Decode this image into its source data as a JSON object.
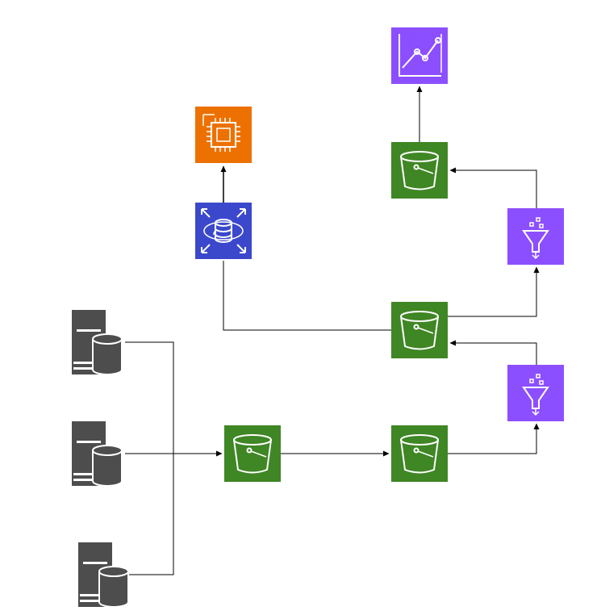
{
  "diagram": {
    "colors": {
      "s3": "#3f8624",
      "s3_light": "#4d9b2c",
      "glue": "#8c4fff",
      "glue_light": "#a166ff",
      "quicksight": "#8c4fff",
      "rds": "#3b48cc",
      "rds_light": "#4a5ae0",
      "ec2": "#ed7100",
      "ec2_light": "#e7612a",
      "server": "#4d4d4d",
      "edge": "#000000"
    },
    "nodes": [
      {
        "id": "server-1",
        "kind": "database-server",
        "icon": "database-server-icon"
      },
      {
        "id": "server-2",
        "kind": "database-server",
        "icon": "database-server-icon"
      },
      {
        "id": "server-3",
        "kind": "database-server",
        "icon": "database-server-icon"
      },
      {
        "id": "s3-ingest",
        "kind": "s3-bucket",
        "icon": "s3-bucket-icon"
      },
      {
        "id": "s3-raw",
        "kind": "s3-bucket",
        "icon": "s3-bucket-icon"
      },
      {
        "id": "glue-1",
        "kind": "glue",
        "icon": "glue-funnel-icon"
      },
      {
        "id": "s3-processed",
        "kind": "s3-bucket",
        "icon": "s3-bucket-icon"
      },
      {
        "id": "glue-2",
        "kind": "glue",
        "icon": "glue-funnel-icon"
      },
      {
        "id": "s3-curated",
        "kind": "s3-bucket",
        "icon": "s3-bucket-icon"
      },
      {
        "id": "quicksight",
        "kind": "quicksight",
        "icon": "quicksight-chart-icon"
      },
      {
        "id": "rds",
        "kind": "rds",
        "icon": "rds-database-icon"
      },
      {
        "id": "ec2",
        "kind": "ec2",
        "icon": "ec2-chip-icon"
      }
    ],
    "edges": [
      {
        "from": "server-1",
        "to": "s3-ingest"
      },
      {
        "from": "server-2",
        "to": "s3-ingest"
      },
      {
        "from": "server-3",
        "to": "s3-ingest"
      },
      {
        "from": "s3-ingest",
        "to": "s3-raw"
      },
      {
        "from": "s3-raw",
        "to": "glue-1"
      },
      {
        "from": "glue-1",
        "to": "s3-processed"
      },
      {
        "from": "s3-processed",
        "to": "glue-2"
      },
      {
        "from": "glue-2",
        "to": "s3-curated"
      },
      {
        "from": "s3-curated",
        "to": "quicksight"
      },
      {
        "from": "s3-processed",
        "to": "rds"
      },
      {
        "from": "rds",
        "to": "ec2"
      }
    ]
  }
}
